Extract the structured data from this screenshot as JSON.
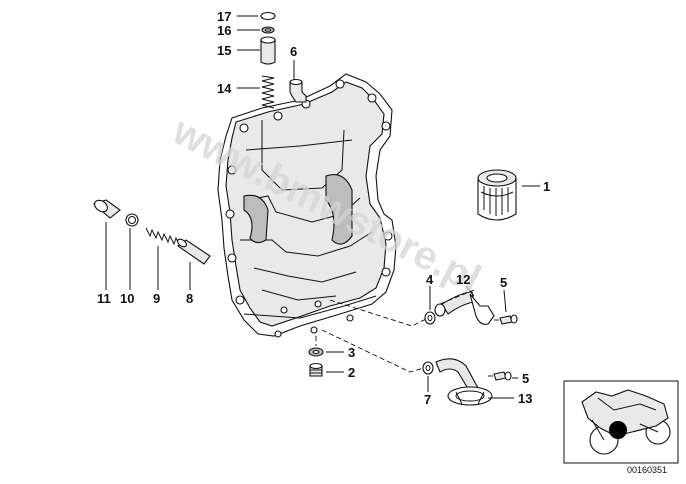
{
  "diagram": {
    "watermark": "www.bmwstore.pl",
    "reference_code": "00160351",
    "callouts": {
      "p1": "1",
      "p2": "2",
      "p3": "3",
      "p4": "4",
      "p5a": "5",
      "p5b": "5",
      "p6": "6",
      "p7": "7",
      "p8": "8",
      "p9": "9",
      "p10": "10",
      "p11": "11",
      "p12": "12",
      "p13": "13",
      "p14": "14",
      "p15": "15",
      "p16": "16",
      "p17": "17"
    }
  }
}
